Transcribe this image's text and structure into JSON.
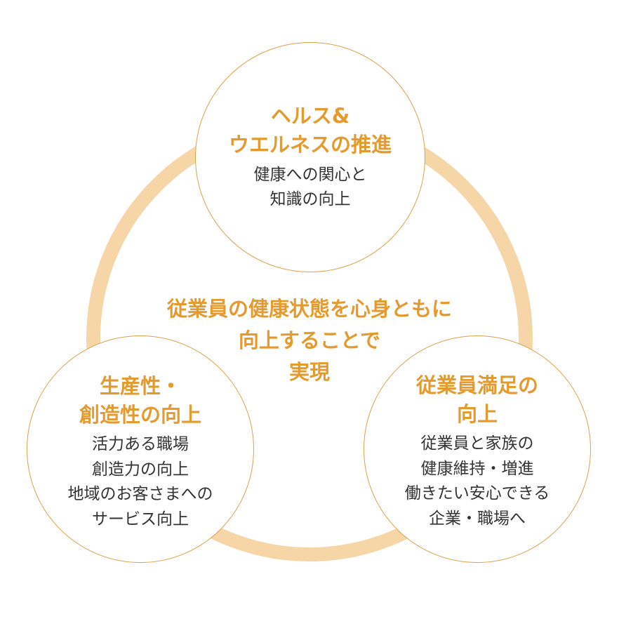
{
  "center": {
    "lines": [
      "従業員の健康状態を心身ともに",
      "向上することで",
      "実現"
    ]
  },
  "top_circle": {
    "heading": [
      "ヘルス&",
      "ウエルネスの推進"
    ],
    "body": [
      "健康への関心と",
      "知識の向上"
    ]
  },
  "left_circle": {
    "heading": [
      "生産性・",
      "創造性の向上"
    ],
    "body": [
      "活力ある職場",
      "創造力の向上",
      "地域のお客さまへの",
      "サービス向上"
    ]
  },
  "right_circle": {
    "heading": [
      "従業員満足の",
      "向上"
    ],
    "body": [
      "従業員と家族の",
      "健康維持・増進",
      "働きたい安心できる",
      "企業・職場へ"
    ]
  },
  "colors": {
    "ring": "#f6d6a6",
    "circle_border": "#d8a24a",
    "accent_text": "#e59a2e",
    "body_text": "#333333"
  }
}
